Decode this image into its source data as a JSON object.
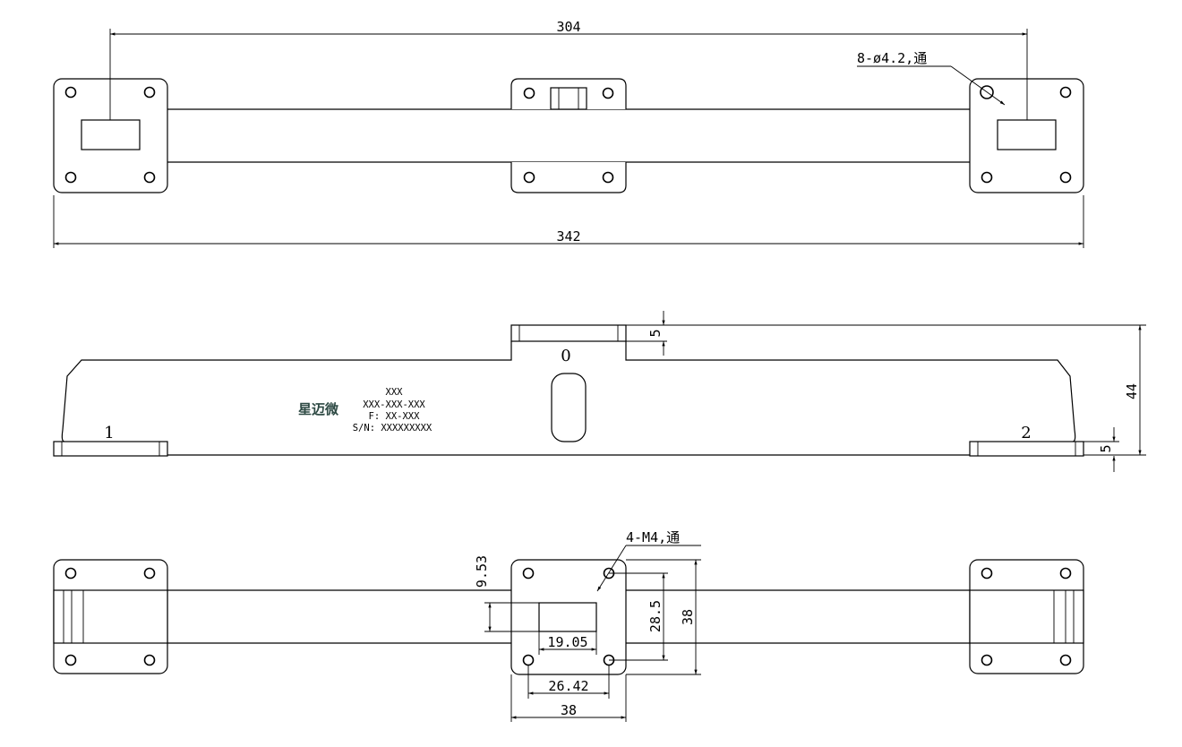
{
  "top_view": {
    "dim_304": "304",
    "dim_342": "342",
    "hole_note": "8-ø4.2,通"
  },
  "side_view": {
    "port_0": "0",
    "port_1": "1",
    "port_2": "2",
    "dim_5_top": "5",
    "dim_5_bottom": "5",
    "dim_44": "44",
    "marking_lines": [
      "XXX",
      "XXX-XXX-XXX",
      "F: XX-XXX",
      "S/N: XXXXXXXXX"
    ],
    "logo_text": "星迈微"
  },
  "bottom_view": {
    "thread_note": "4-M4,通",
    "dim_9_53": "9.53",
    "dim_19_05": "19.05",
    "dim_28_5": "28.5",
    "dim_38_v": "38",
    "dim_26_42": "26.42",
    "dim_38_h": "38"
  }
}
